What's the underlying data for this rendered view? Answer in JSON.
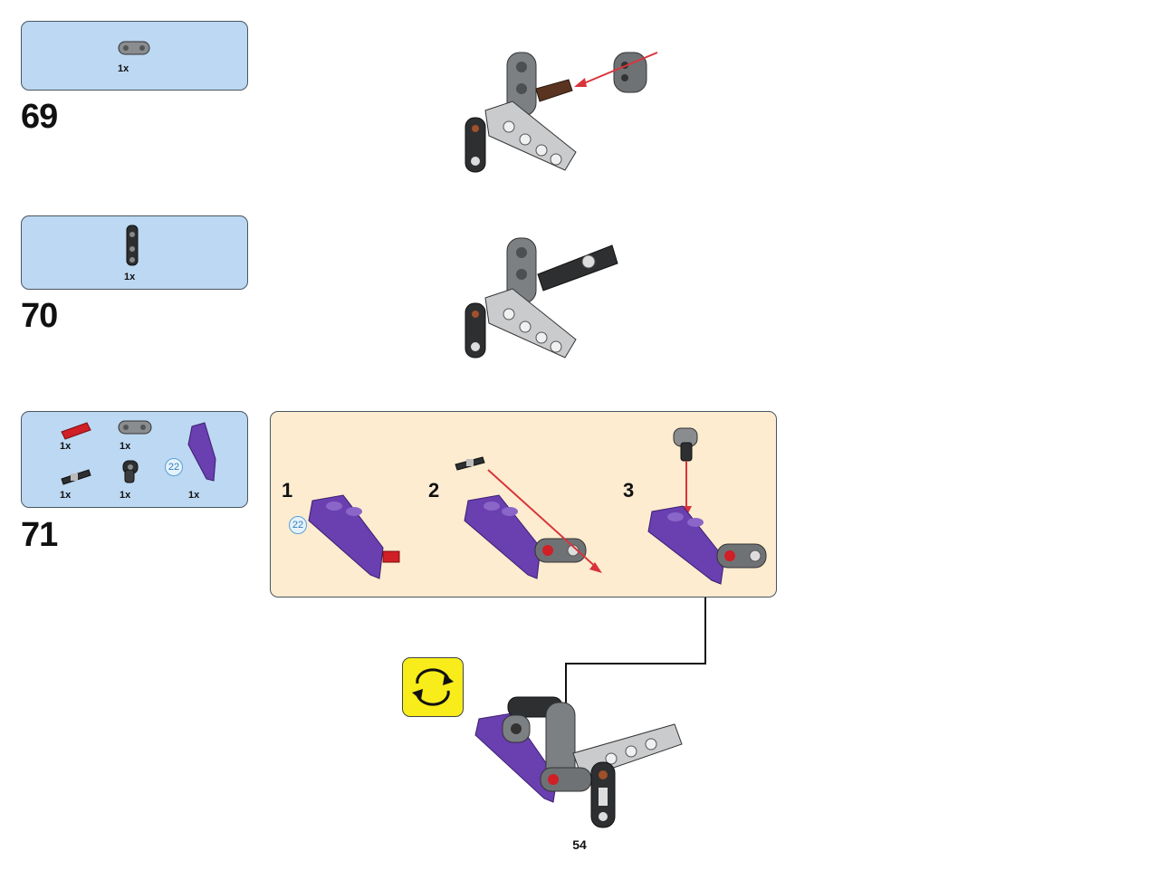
{
  "steps": [
    {
      "number": "69",
      "parts": [
        {
          "name": "grey-beam-connector",
          "qty": "1x"
        }
      ]
    },
    {
      "number": "70",
      "parts": [
        {
          "name": "black-double-connector",
          "qty": "1x"
        }
      ]
    },
    {
      "number": "71",
      "parts": [
        {
          "name": "red-axle",
          "qty": "1x"
        },
        {
          "name": "grey-beam-connector",
          "qty": "1x"
        },
        {
          "name": "axle-pin-connector",
          "qty": "1x"
        },
        {
          "name": "black-angle-connector",
          "qty": "1x"
        },
        {
          "name": "purple-panel",
          "qty": "1x"
        }
      ],
      "callout": "22",
      "substeps": [
        "1",
        "2",
        "3"
      ],
      "substep_callout": "22"
    }
  ],
  "icons": {
    "rotate": "rotate-model-icon"
  },
  "colors": {
    "parts_box": "#bcd8f2",
    "subassembly_box": "#fdecd0",
    "rotate_icon": "#f8ec1a",
    "arrow": "#d8343a",
    "purple_part": "#6a3fb0"
  },
  "page_number": "54"
}
